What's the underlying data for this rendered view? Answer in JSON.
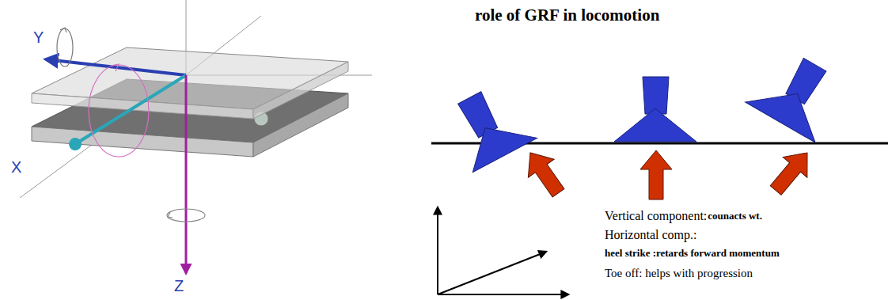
{
  "diagram": {
    "title": "role of GRF in locomotion",
    "labels": [
      "Y",
      "X",
      "Z",
      "Vertical component:",
      "counacts wt.",
      "Horizontal comp.:",
      "heel strike :retards forward momentum",
      "Toe off: helps with progression"
    ]
  }
}
